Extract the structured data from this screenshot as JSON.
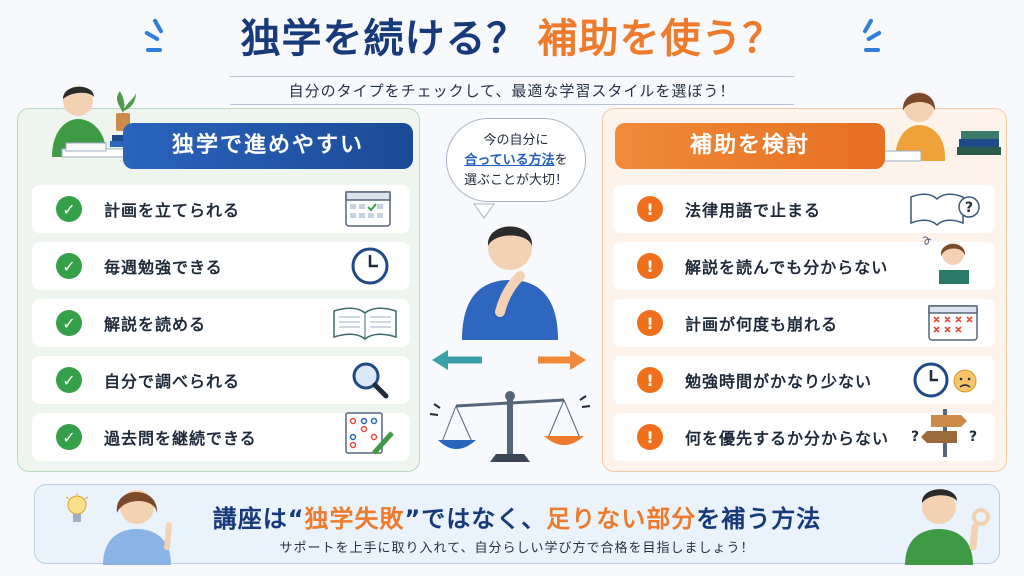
{
  "title": {
    "part1": "独学を続ける？",
    "part2": "補助を使う？"
  },
  "subtitle": "自分のタイプをチェックして、最適な学習スタイルを選ぼう！",
  "left_panel": {
    "heading": "独学で進めやすい",
    "items": [
      {
        "label": "計画を立てられる",
        "icon": "calendar-check-icon"
      },
      {
        "label": "毎週勉強できる",
        "icon": "clock-icon"
      },
      {
        "label": "解説を読める",
        "icon": "open-book-icon"
      },
      {
        "label": "自分で調べられる",
        "icon": "magnifier-icon"
      },
      {
        "label": "過去問を継続できる",
        "icon": "answer-sheet-icon"
      }
    ]
  },
  "right_panel": {
    "heading": "補助を検討",
    "items": [
      {
        "label": "法律用語で止まる",
        "icon": "book-question-icon"
      },
      {
        "label": "解説を読んでも分からない",
        "icon": "confused-reader-icon"
      },
      {
        "label": "計画が何度も崩れる",
        "icon": "calendar-cross-icon"
      },
      {
        "label": "勉強時間がかなり少ない",
        "icon": "clock-sad-icon"
      },
      {
        "label": "何を優先するか分からない",
        "icon": "signpost-icon"
      }
    ]
  },
  "bubble": {
    "line1": "今の自分に",
    "line2_emph": "合っている方法",
    "line2_rest": "を",
    "line3": "選ぶことが大切！"
  },
  "banner": {
    "main_a": "講座は“",
    "main_b": "独学失敗",
    "main_c": "”ではなく、",
    "main_d": "足りない部分",
    "main_e": "を補う方法",
    "sub": "サポートを上手に取り入れて、自分らしい学び方で合格を目指しましょう！"
  },
  "colors": {
    "navy": "#163a7a",
    "orange": "#ee7a2c",
    "green": "#34a04a",
    "blue": "#2a64bd"
  }
}
